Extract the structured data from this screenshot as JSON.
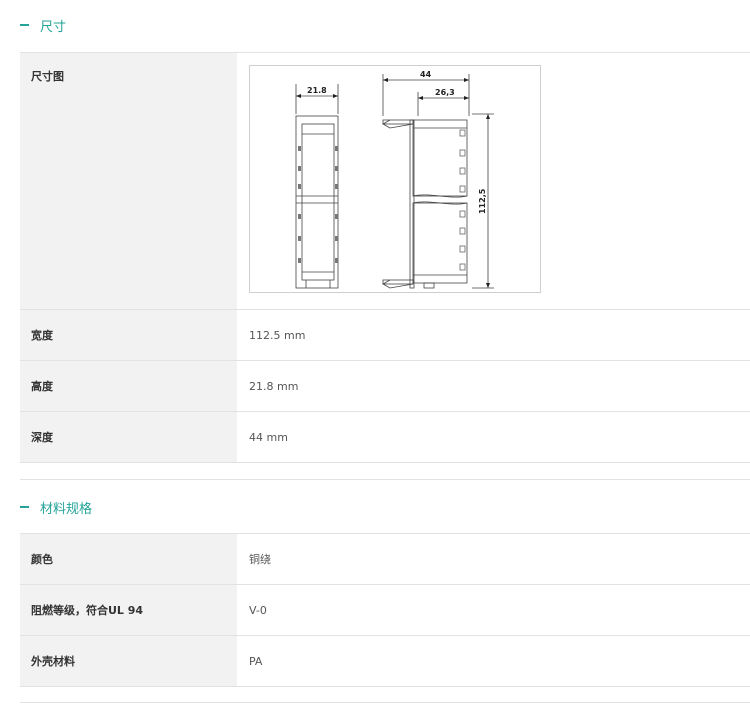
{
  "sections": [
    {
      "title": "尺寸",
      "rows": [
        {
          "label": "尺寸图",
          "value": ""
        },
        {
          "label": "宽度",
          "value": "112.5 mm"
        },
        {
          "label": "高度",
          "value": "21.8 mm"
        },
        {
          "label": "深度",
          "value": "44 mm"
        }
      ]
    },
    {
      "title": "材料规格",
      "rows": [
        {
          "label": "颜色",
          "value": "铜绕"
        },
        {
          "label": "阻燃等级，符合UL 94",
          "value": "V-0"
        },
        {
          "label": "外壳材料",
          "value": "PA"
        }
      ]
    }
  ],
  "drawing": {
    "dim_width": "21.8",
    "dim_depth": "44",
    "dim_inner": "26,3",
    "dim_height": "112,5"
  },
  "colors": {
    "accent": "#23a39a",
    "label_bg": "#f2f2f2",
    "border": "#e2e2e2"
  }
}
